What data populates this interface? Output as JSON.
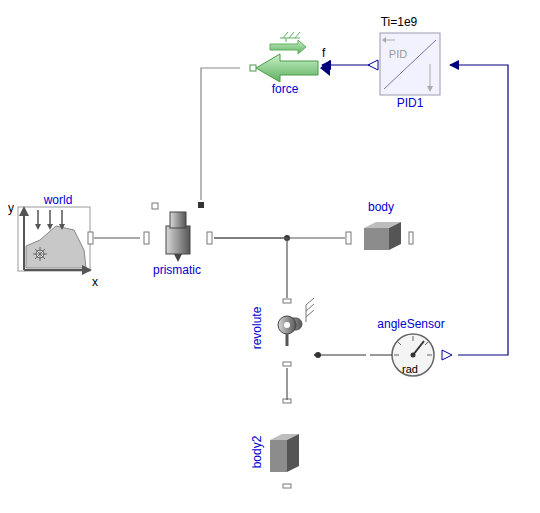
{
  "diagram": {
    "nodes": [
      {
        "text": [
          "force"
        ]
      },
      {
        "text": [
          "Ti=1e9",
          "PID",
          "PID1"
        ]
      },
      {
        "text": [
          "world"
        ]
      },
      {
        "text": [
          "prismatic"
        ]
      },
      {
        "text": [
          "body"
        ]
      },
      {
        "text": [
          "revolute"
        ]
      },
      {
        "text": [
          "angleSensor",
          "rad"
        ]
      },
      {
        "text": [
          "body2"
        ]
      }
    ],
    "edges": [
      {
        "from": 2,
        "to": 3,
        "arrow": "none"
      },
      {
        "from": 3,
        "to": 4,
        "arrow": "none"
      },
      {
        "from": 3,
        "to": 5,
        "arrow": "none"
      },
      {
        "from": 5,
        "to": 7,
        "arrow": "none"
      },
      {
        "from": 5,
        "to": 6,
        "arrow": "none"
      },
      {
        "from": 6,
        "to": 1,
        "arrow": "to"
      },
      {
        "from": 1,
        "to": 0,
        "arrow": "to"
      },
      {
        "from": 0,
        "to": 3,
        "arrow": "none"
      }
    ],
    "labels": [
      "f",
      "y",
      "x"
    ]
  }
}
